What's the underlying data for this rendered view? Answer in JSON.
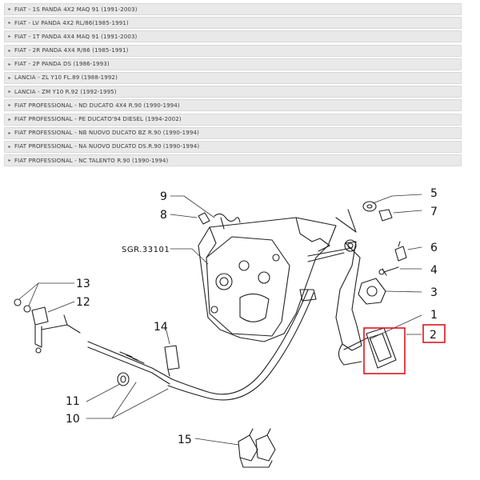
{
  "catalog": {
    "items": [
      {
        "label": "FIAT - 1S PANDA 4X2 MAQ 91 (1991-2003)"
      },
      {
        "label": "FIAT - LV PANDA 4X2 RL/86(1985-1991)"
      },
      {
        "label": "FIAT - 1T PANDA 4X4 MAQ 91 (1991-2003)"
      },
      {
        "label": "FIAT - 2R PANDA 4X4 R/86 (1985-1991)"
      },
      {
        "label": "FIAT - 2P PANDA DS (1986-1993)"
      },
      {
        "label": "LANCIA - ZL Y10 FL.89 (1988-1992)"
      },
      {
        "label": "LANCIA - ZM Y10 R.92 (1992-1995)"
      },
      {
        "label": "FIAT PROFESSIONAL - ND DUCATO 4X4 R.90 (1990-1994)"
      },
      {
        "label": "FIAT PROFESSIONAL - PE DUCATO'94 DIESEL (1994-2002)"
      },
      {
        "label": "FIAT PROFESSIONAL - NB NUOVO DUCATO BZ R.90 (1990-1994)"
      },
      {
        "label": "FIAT PROFESSIONAL - NA NUOVO DUCATO DS.R.90 (1990-1994)"
      },
      {
        "label": "FIAT PROFESSIONAL - NC TALENTO R.90 (1990-1994)"
      }
    ],
    "arrow_icon": "triangle-right-icon"
  },
  "diagram": {
    "reference_code": "SGR.33101",
    "callouts": [
      "1",
      "2",
      "3",
      "4",
      "5",
      "6",
      "7",
      "9",
      "8",
      "10",
      "11",
      "12",
      "13",
      "14",
      "15"
    ],
    "highlighted_part": "2",
    "highlight_color": "#e0141e"
  }
}
